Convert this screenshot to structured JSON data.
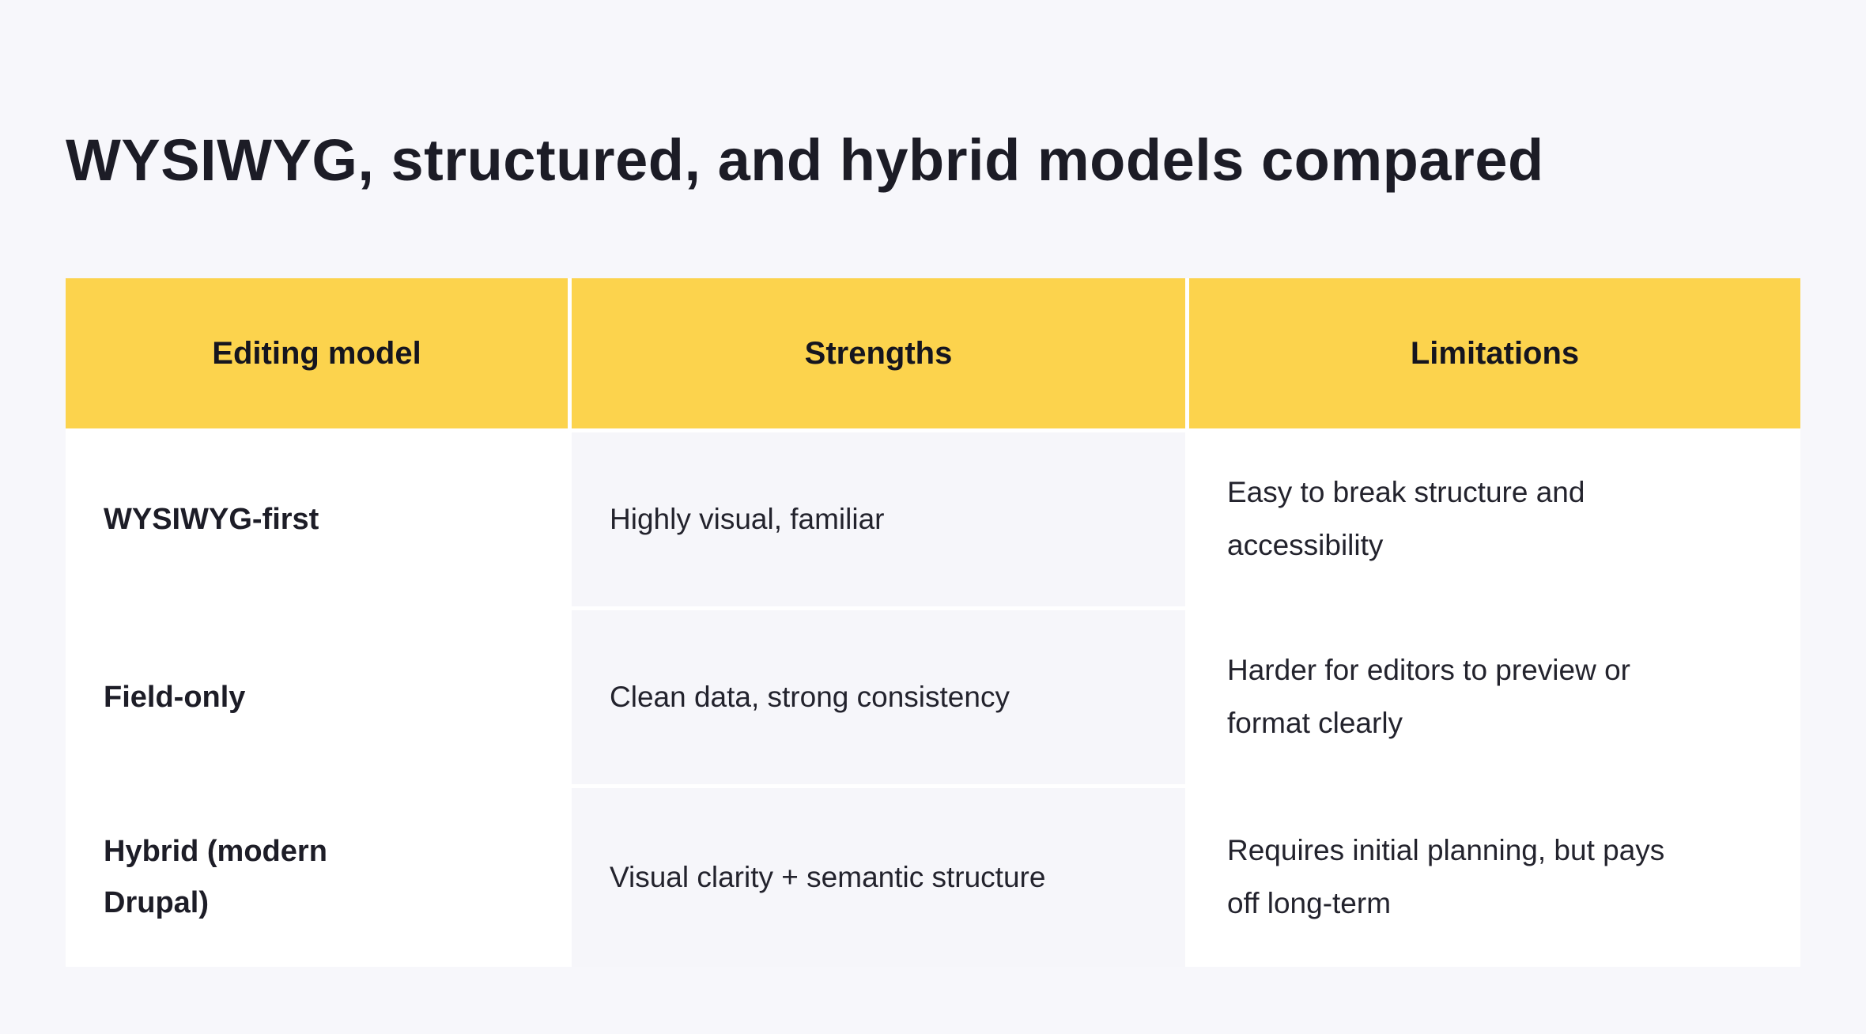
{
  "title": "WYSIWYG, structured, and hybrid models compared",
  "colors": {
    "page_bg": "#f7f7fb",
    "header_bg": "#fcd34d",
    "cell_bg": "#ffffff",
    "cell_stripe_bg": "#f6f6fa",
    "text": "#1d1d27"
  },
  "table": {
    "columns": [
      "Editing model",
      "Strengths",
      "Limitations"
    ],
    "rows": [
      {
        "model": "WYSIWYG-first",
        "strengths": "Highly visual, familiar",
        "limitations": "Easy to break structure and accessibility"
      },
      {
        "model": "Field-only",
        "strengths": "Clean data, strong consistency",
        "limitations": "Harder for editors to preview or format clearly"
      },
      {
        "model": "Hybrid (modern Drupal)",
        "strengths": "Visual clarity + semantic structure",
        "limitations": "Requires initial planning, but pays off long-term"
      }
    ]
  },
  "chart_data": {
    "type": "table",
    "title": "WYSIWYG, structured, and hybrid models compared",
    "columns": [
      "Editing model",
      "Strengths",
      "Limitations"
    ],
    "rows": [
      [
        "WYSIWYG-first",
        "Highly visual, familiar",
        "Easy to break structure and accessibility"
      ],
      [
        "Field-only",
        "Clean data, strong consistency",
        "Harder for editors to preview or format clearly"
      ],
      [
        "Hybrid (modern Drupal)",
        "Visual clarity + semantic structure",
        "Requires initial planning, but pays off long-term"
      ]
    ],
    "layout": {
      "header_fill": "#fcd34d",
      "middle_column_stripe_fill": "#f6f6fa",
      "grid": "5px white gaps between cells, no outer border",
      "header_text_align": "center",
      "body_text_align": "left"
    }
  }
}
